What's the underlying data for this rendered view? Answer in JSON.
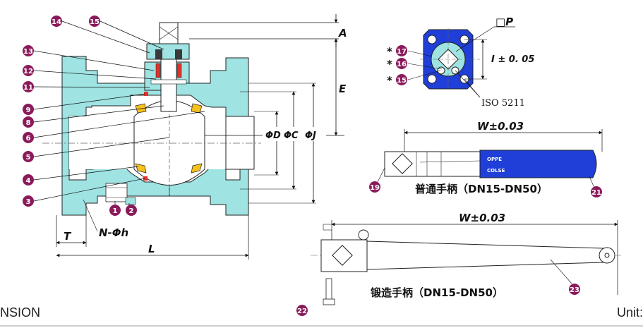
{
  "colors": {
    "body": "#9FE3E3",
    "seat": "#F5C11E",
    "seal": "#E0322B",
    "badge": "#8B1A5B",
    "handle": "#1F3FD8",
    "line": "#111111"
  },
  "section_view": {
    "dim_labels": {
      "A": "A",
      "E": "E",
      "D": "ΦD",
      "C": "ΦC",
      "J": "ΦJ",
      "T": "T",
      "Nh": "N-Φh",
      "L": "L"
    },
    "callouts": [
      "14",
      "15",
      "13",
      "12",
      "11",
      "9",
      "8",
      "6",
      "5",
      "4",
      "3",
      "1",
      "2"
    ]
  },
  "top_detail": {
    "callouts": [
      "17",
      "16",
      "15"
    ],
    "star": "*",
    "P_label": "□P",
    "I_label": "I ± 0. 05",
    "iso_label": "ISO 5211"
  },
  "lever_handle": {
    "width_label": "W±0.03",
    "grip_line1": "OPPE",
    "grip_line2": "COLSE",
    "caption": "普通手柄（DN15-DN50）",
    "callouts": [
      "19",
      "21"
    ]
  },
  "forged_handle": {
    "width_label": "W±0.03",
    "caption": "锻造手柄（DN15-DN50）",
    "callouts": [
      "22",
      "23"
    ]
  },
  "footer": {
    "left": "NSION",
    "right": "Unit:"
  }
}
